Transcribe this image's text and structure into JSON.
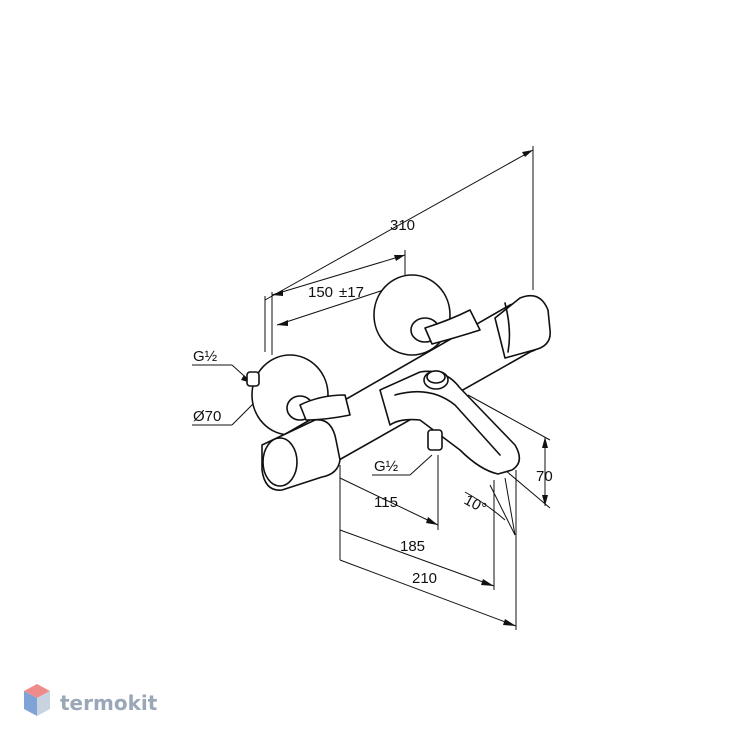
{
  "dimensions": {
    "overall_width": "310",
    "centre_distance": "150",
    "centre_tolerance": "±17",
    "spout_height": "70",
    "spout_offset_1": "115",
    "spout_offset_2": "185",
    "spout_offset_3": "210",
    "spout_angle": "10°",
    "knob_diameter": "Ø70"
  },
  "connections": {
    "inlet_thread": "G½",
    "outlet_thread": "G½"
  },
  "watermark": {
    "brand": "termokit",
    "colors": {
      "top": "#ef8b8b",
      "left": "#7fa3d6",
      "right": "#c9d3e0"
    }
  }
}
